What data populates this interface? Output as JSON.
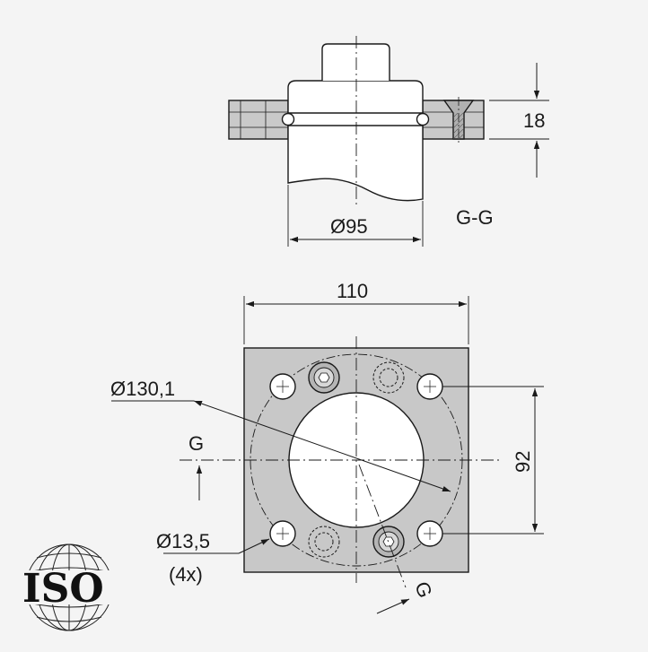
{
  "section_view": {
    "section_label": "G-G",
    "thickness_dimension": "18",
    "diameter_dimension": "Ø95"
  },
  "plan_view": {
    "width_dimension": "110",
    "pitch_circle_dimension": "Ø130,1",
    "hole_spacing_dimension": "92",
    "hole_diameter_dimension": "Ø13,5",
    "hole_count": "(4x)",
    "section_marker_left": "G",
    "section_marker_right": "G"
  },
  "logo": {
    "text": "ISO"
  },
  "colors": {
    "plate_fill": "#c8c8c8",
    "line": "#1a1a1a",
    "background": "#f4f4f4"
  }
}
